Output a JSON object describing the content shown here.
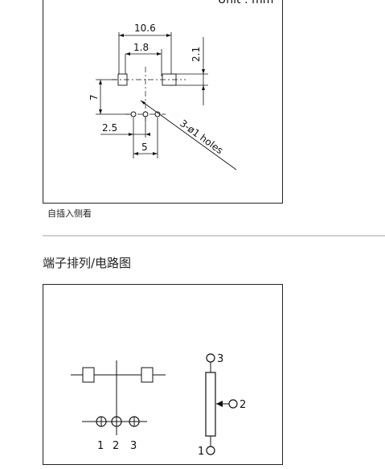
{
  "drawing": {
    "unit_label": "Unit : mm",
    "dim_width": "10.6",
    "dim_offset": "1.8",
    "dim_pad": "2.1",
    "dim_height": "7",
    "dim_pin_offset": "2.5",
    "dim_pin_span": "5",
    "holes_note": "3-ø1 holes",
    "caption": "自插入侧看"
  },
  "section": {
    "title": "端子排列/电路图"
  },
  "pins": {
    "labels": [
      "1",
      "2",
      "3"
    ],
    "circuit_top": "3",
    "circuit_wiper": "2",
    "circuit_bottom": "1"
  }
}
